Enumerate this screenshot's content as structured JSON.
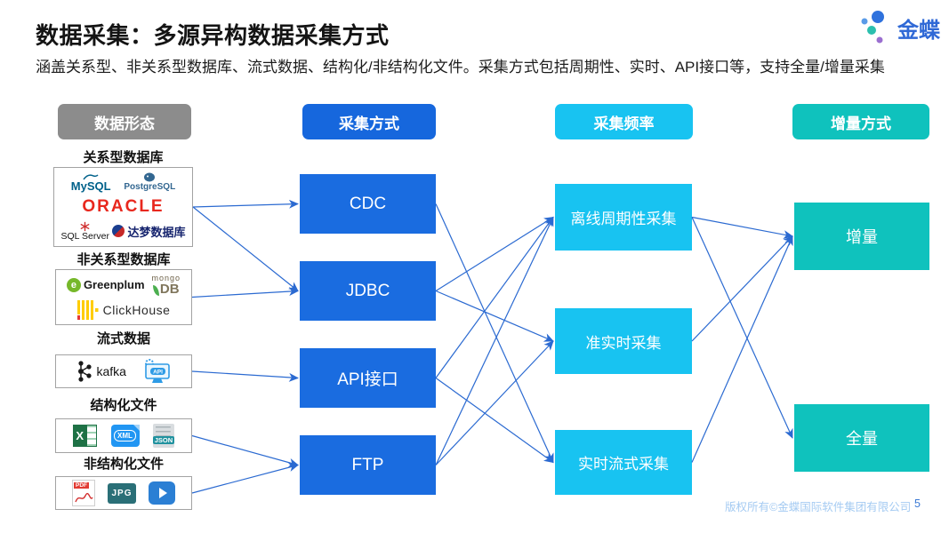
{
  "header": {
    "title": "数据采集：多源异构数据采集方式",
    "subtitle": "涵盖关系型、非关系型数据库、流式数据、结构化/非结构化文件。采集方式包括周期性、实时、API接口等，支持全量/增量采集",
    "logo_text": "金蝶"
  },
  "column_headers": [
    {
      "label": "数据形态",
      "color": "#8c8c8c"
    },
    {
      "label": "采集方式",
      "color": "#1667dd"
    },
    {
      "label": "采集频率",
      "color": "#18c3f1"
    },
    {
      "label": "增量方式",
      "color": "#0fc2bd"
    }
  ],
  "sources": [
    {
      "id": "src-relational",
      "label": "关系型数据库",
      "logos": {
        "mysql": "MySQL",
        "postgresql": "PostgreSQL",
        "oracle": "ORACLE",
        "sqlserver": "SQL Server",
        "dameng": "达梦数据库"
      }
    },
    {
      "id": "src-nonrelational",
      "label": "非关系型数据库",
      "logos": {
        "greenplum_letter": "e",
        "greenplum": "Greenplum",
        "mongo_top": "mongo",
        "mongo_db": "DB",
        "clickhouse": "ClickHouse"
      }
    },
    {
      "id": "src-streaming",
      "label": "流式数据",
      "logos": {
        "kafka": "kafka",
        "api": "API"
      }
    },
    {
      "id": "src-structured",
      "label": "结构化文件",
      "logos": {
        "excel_x": "X",
        "xml": "XML",
        "json": "JSON"
      }
    },
    {
      "id": "src-unstructured",
      "label": "非结构化文件",
      "logos": {
        "pdf": "PDF",
        "jpg": "JPG"
      }
    }
  ],
  "methods": [
    {
      "id": "m-cdc",
      "label": "CDC"
    },
    {
      "id": "m-jdbc",
      "label": "JDBC"
    },
    {
      "id": "m-api",
      "label": "API接口"
    },
    {
      "id": "m-ftp",
      "label": "FTP"
    }
  ],
  "frequencies": [
    {
      "id": "f-offline",
      "label": "离线周期性采集"
    },
    {
      "id": "f-nearrt",
      "label": "准实时采集"
    },
    {
      "id": "f-realtime",
      "label": "实时流式采集"
    }
  ],
  "increments": [
    {
      "id": "i-incremental",
      "label": "增量"
    },
    {
      "id": "i-full",
      "label": "全量"
    }
  ],
  "edges": [
    {
      "from": "src-relational",
      "to": "m-cdc"
    },
    {
      "from": "src-relational",
      "to": "m-jdbc"
    },
    {
      "from": "src-nonrelational",
      "to": "m-jdbc"
    },
    {
      "from": "src-streaming",
      "to": "m-api"
    },
    {
      "from": "src-structured",
      "to": "m-ftp"
    },
    {
      "from": "src-unstructured",
      "to": "m-ftp"
    },
    {
      "from": "m-cdc",
      "to": "f-realtime"
    },
    {
      "from": "m-jdbc",
      "to": "f-offline"
    },
    {
      "from": "m-jdbc",
      "to": "f-nearrt"
    },
    {
      "from": "m-api",
      "to": "f-offline"
    },
    {
      "from": "m-api",
      "to": "f-realtime"
    },
    {
      "from": "m-ftp",
      "to": "f-offline"
    },
    {
      "from": "m-ftp",
      "to": "f-nearrt"
    },
    {
      "from": "f-offline",
      "to": "i-incremental"
    },
    {
      "from": "f-offline",
      "to": "i-full"
    },
    {
      "from": "f-nearrt",
      "to": "i-incremental"
    },
    {
      "from": "f-realtime",
      "to": "i-incremental"
    }
  ],
  "footer": {
    "copyright": "版权所有©金蝶国际软件集团有限公司",
    "page": "5"
  },
  "accent_colors": {
    "arrow": "#2b6ad1",
    "method_blue": "#1a6ce0",
    "freq_cyan": "#18c3f1",
    "increment_teal": "#0fc2bd",
    "header_gray": "#8c8c8c"
  }
}
